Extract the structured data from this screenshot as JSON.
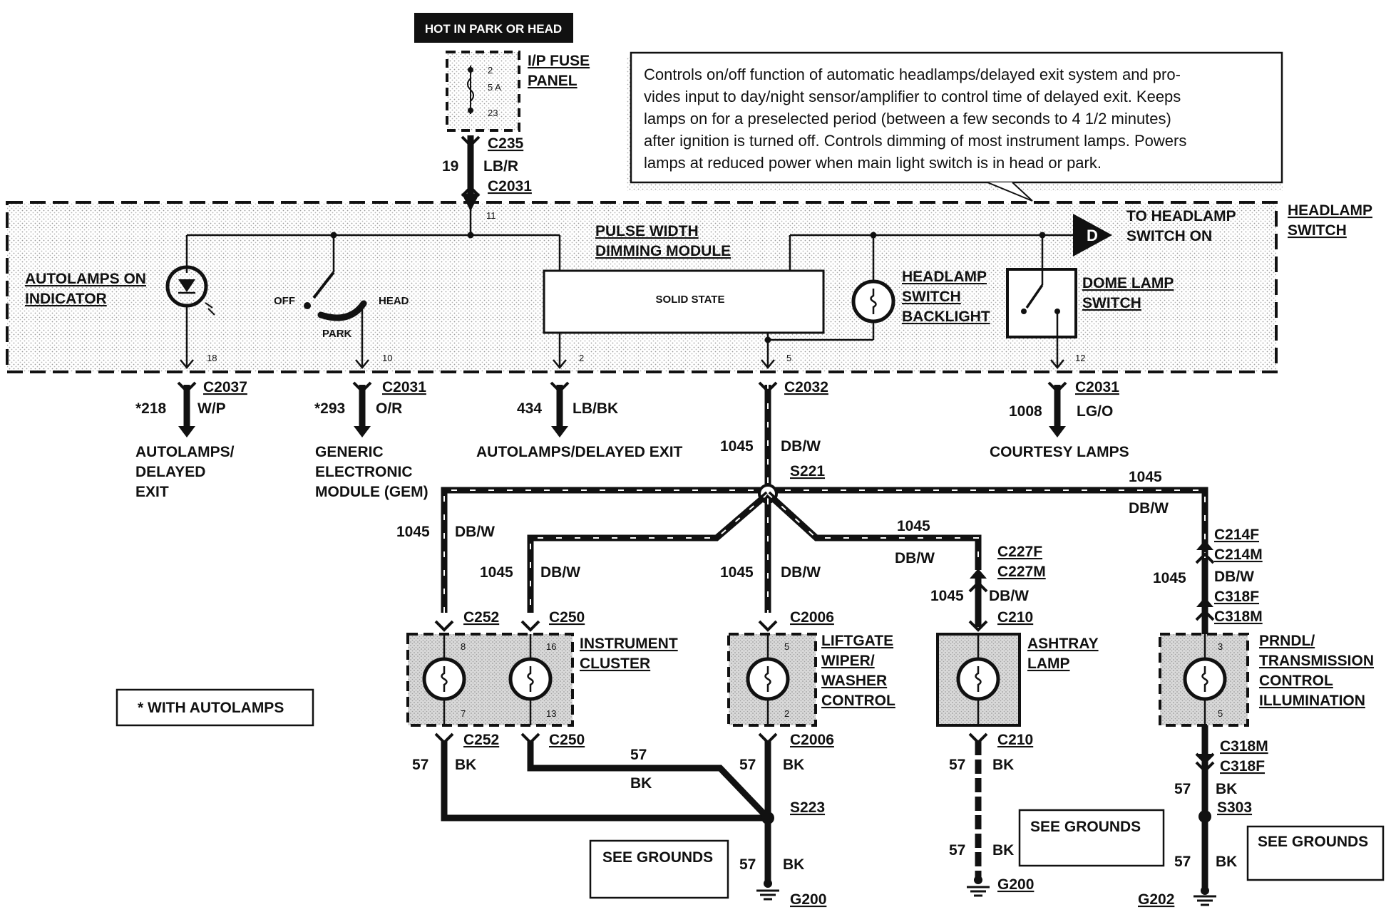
{
  "top_label": "HOT IN PARK OR HEAD",
  "fuse": {
    "title1": "I/P FUSE",
    "title2": "PANEL",
    "pin_top": "2",
    "rating": "5 A",
    "pin_bottom": "23"
  },
  "feed": {
    "conn_top": "C235",
    "circuit": "19",
    "color": "LB/R",
    "conn_bottom": "C2031",
    "pin": "11"
  },
  "description": [
    "Controls on/off function of automatic headlamps/delayed exit system and pro-",
    "vides input to day/night sensor/amplifier to control time of delayed exit.  Keeps",
    "lamps on for a preselected period (between a few seconds to 4 1/2 minutes)",
    "after ignition is turned off.  Controls dimming of most instrument lamps.  Powers",
    "lamps at reduced power when main light switch is in head or park."
  ],
  "switch_box": {
    "title1": "HEADLAMP",
    "title2": "SWITCH"
  },
  "to_headlamp": {
    "letter": "D",
    "line1": "TO HEADLAMP",
    "line2": "SWITCH ON"
  },
  "pwm": {
    "line1": "PULSE WIDTH",
    "line2": "DIMMING MODULE",
    "inner": "SOLID STATE"
  },
  "autolamps_indicator": {
    "line1": "AUTOLAMPS ON",
    "line2": "INDICATOR"
  },
  "selector": {
    "off": "OFF",
    "head": "HEAD",
    "park": "PARK"
  },
  "backlight": {
    "line1": "HEADLAMP",
    "line2": "SWITCH",
    "line3": "BACKLIGHT"
  },
  "dome": {
    "line1": "DOME LAMP",
    "line2": "SWITCH"
  },
  "outputs": [
    {
      "pin": "18",
      "conn": "C2037",
      "circuit": "*218",
      "color": "W/P",
      "dest": [
        "AUTOLAMPS/",
        "DELAYED",
        "EXIT"
      ]
    },
    {
      "pin": "10",
      "conn": "C2031",
      "circuit": "*293",
      "color": "O/R",
      "dest": [
        "GENERIC",
        "ELECTRONIC",
        "MODULE (GEM)"
      ]
    },
    {
      "pin": "2",
      "conn": "",
      "circuit": "434",
      "color": "LB/BK",
      "dest": [
        "AUTOLAMPS/DELAYED EXIT"
      ]
    },
    {
      "pin": "5",
      "conn": "C2032",
      "circuit": "1045",
      "color": "DB/W",
      "splice": "S221"
    },
    {
      "pin": "12",
      "conn": "C2031",
      "circuit": "1008",
      "color": "LG/O",
      "dest": [
        "COURTESY LAMPS"
      ]
    }
  ],
  "branches": {
    "circuit": "1045",
    "color": "DB/W",
    "c227f": "C227F",
    "c227m": "C227M",
    "c214f": "C214F",
    "c214m": "C214M",
    "c318f": "C318F",
    "c318m": "C318M"
  },
  "loads": [
    {
      "name": [
        "INSTRUMENT",
        "CLUSTER"
      ],
      "c_top_a": "C252",
      "c_top_b": "C250",
      "pin_a_top": "8",
      "pin_b_top": "16",
      "pin_a_bot": "7",
      "pin_b_bot": "13",
      "c_bot_a": "C252",
      "c_bot_b": "C250"
    },
    {
      "name": [
        "LIFTGATE",
        "WIPER/",
        "WASHER",
        "CONTROL"
      ],
      "c_top": "C2006",
      "pin_top": "5",
      "pin_bot": "2",
      "c_bot": "C2006"
    },
    {
      "name": [
        "ASHTRAY",
        "LAMP"
      ],
      "c_top": "C210",
      "c_bot": "C210"
    },
    {
      "name": [
        "PRNDL/",
        "TRANSMISSION",
        "CONTROL",
        "ILLUMINATION"
      ],
      "pin_top": "3",
      "pin_bot": "5",
      "c_bot_1": "C318M",
      "c_bot_2": "C318F"
    }
  ],
  "grounds": {
    "circuit": "57",
    "color": "BK",
    "s223": "S223",
    "s303": "S303",
    "g200a": "G200",
    "g200b": "G200",
    "g202": "G202",
    "see": "SEE GROUNDS"
  },
  "footnote": "*  WITH AUTOLAMPS"
}
